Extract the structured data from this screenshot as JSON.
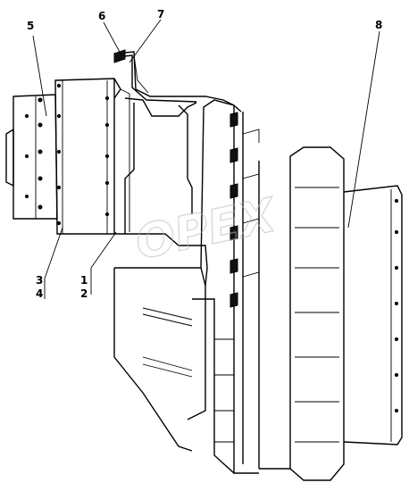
{
  "callouts": {
    "c1": "1",
    "c2": "2",
    "c3": "3",
    "c4": "4",
    "c5": "5",
    "c6": "6",
    "c7": "7",
    "c8": "8"
  },
  "watermark": "OPEX",
  "colors": {
    "line": "#000000",
    "background": "#ffffff",
    "watermark": "#bbbbbb"
  }
}
